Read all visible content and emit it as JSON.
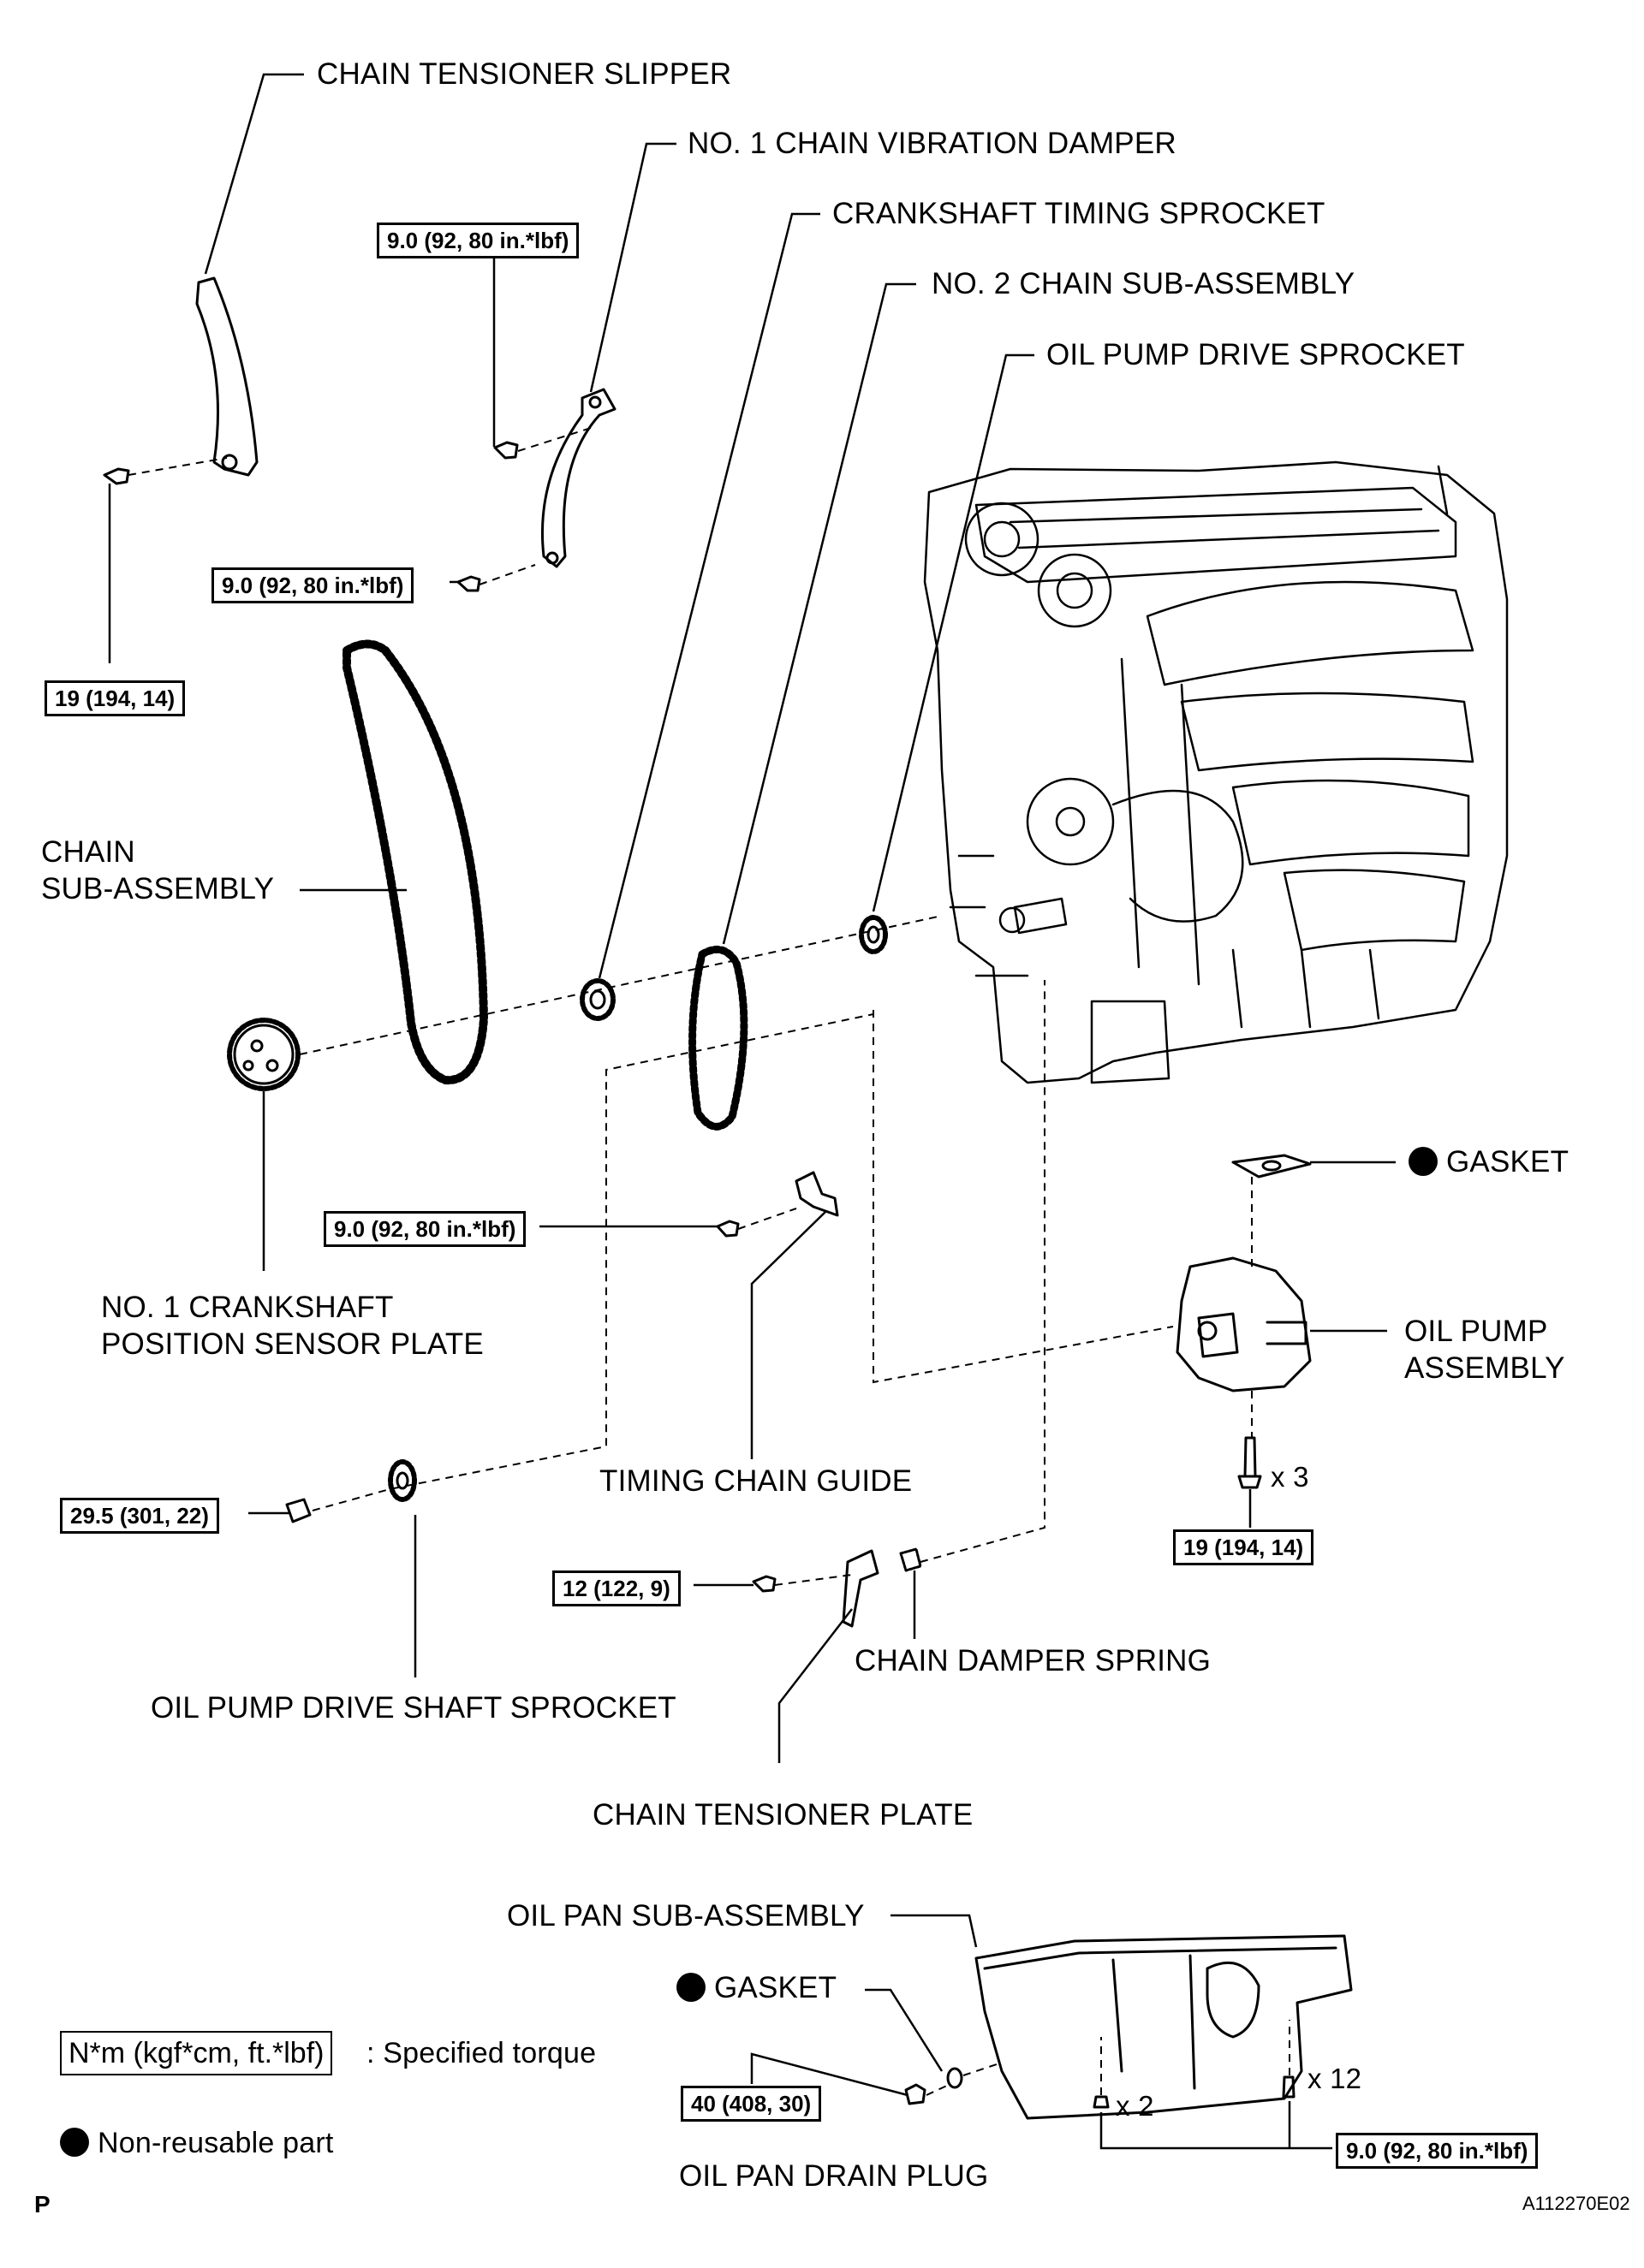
{
  "parts": {
    "chain_tensioner_slipper": "CHAIN TENSIONER SLIPPER",
    "no1_chain_vibration_damper": "NO. 1 CHAIN VIBRATION DAMPER",
    "crankshaft_timing_sprocket": "CRANKSHAFT TIMING SPROCKET",
    "no2_chain_sub_assembly": "NO. 2 CHAIN SUB-ASSEMBLY",
    "oil_pump_drive_sprocket": "OIL PUMP DRIVE SPROCKET",
    "chain_sub_assembly_1": "CHAIN",
    "chain_sub_assembly_2": "SUB-ASSEMBLY",
    "no1_crank_sensor_plate_1": "NO. 1 CRANKSHAFT",
    "no1_crank_sensor_plate_2": "POSITION SENSOR PLATE",
    "gasket_top": "GASKET",
    "oil_pump_assembly_1": "OIL PUMP",
    "oil_pump_assembly_2": "ASSEMBLY",
    "timing_chain_guide": "TIMING CHAIN GUIDE",
    "chain_damper_spring": "CHAIN DAMPER SPRING",
    "oil_pump_drive_shaft_sprocket": "OIL PUMP DRIVE SHAFT SPROCKET",
    "chain_tensioner_plate": "CHAIN TENSIONER PLATE",
    "oil_pan_sub_assembly": "OIL PAN SUB-ASSEMBLY",
    "gasket_bottom": "GASKET",
    "oil_pan_drain_plug": "OIL PAN DRAIN PLUG"
  },
  "torques": {
    "vib_damper_upper": "9.0 (92, 80 in.*lbf)",
    "vib_damper_lower": "9.0 (92, 80 in.*lbf)",
    "slipper_bolt": "19 (194, 14)",
    "chain_guide": "9.0 (92, 80 in.*lbf)",
    "drive_shaft_sprocket_nut": "29.5 (301, 22)",
    "tensioner_plate": "12 (122, 9)",
    "oil_pump_bolts": "19 (194, 14)",
    "drain_plug": "40 (408, 30)",
    "oil_pan_bolts": "9.0 (92, 80 in.*lbf)"
  },
  "quantities": {
    "oil_pump_bolts": "x 3",
    "oil_pan_nuts": "x 2",
    "oil_pan_bolts": "x 12"
  },
  "legend": {
    "torque_unit": "N*m (kgf*cm, ft.*lbf)",
    "torque_desc": ": Specified torque",
    "non_reusable": "Non-reusable part"
  },
  "corner": {
    "left": "P",
    "right": "A112270E02"
  }
}
